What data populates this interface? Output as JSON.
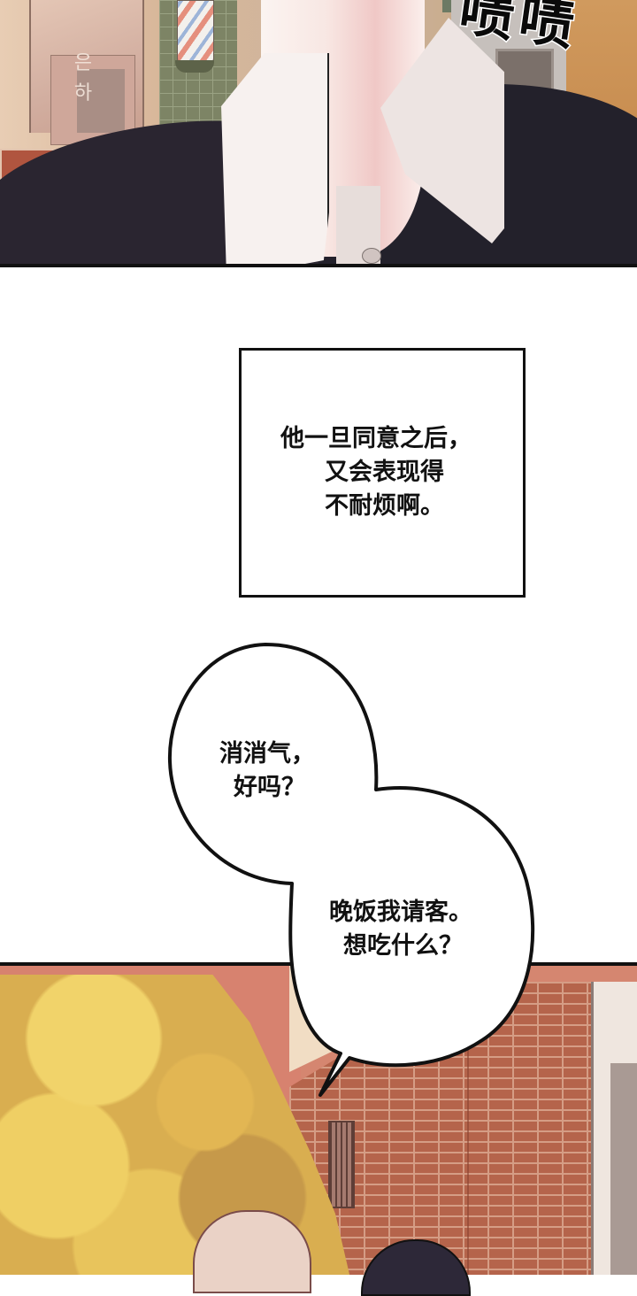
{
  "comic": {
    "panels": [
      {
        "id": "panel-1",
        "scene": "close-up of man's neck and white shirt collar under dark jacket, barbershop storefront behind",
        "background_signage": [
          "은",
          "하"
        ],
        "sfx_text": "啧啧"
      },
      {
        "id": "panel-2",
        "type": "narration-box",
        "lines": [
          "他一旦同意之后，",
          "又会表现得",
          "不耐烦啊。"
        ]
      },
      {
        "id": "panel-3",
        "scene": "autumn yellow tree beside brick building, two people's heads at bottom",
        "speech_bubble": {
          "upper_lines": [
            "消消气，",
            "好吗？"
          ],
          "lower_lines": [
            "晚饭我请客。",
            "想吃什么？"
          ]
        }
      }
    ]
  },
  "colors": {
    "border": "#111111",
    "page_bg": "#ffffff",
    "jacket": "#2a2530",
    "brick": "#b5644b",
    "tree_yellow": "#e2b653",
    "sky_pink": "#d7826f"
  }
}
